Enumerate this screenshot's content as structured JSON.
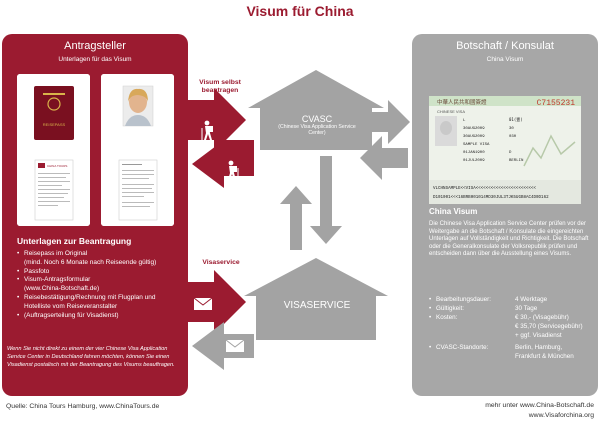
{
  "title": "Visum für China",
  "left": {
    "heading": "Antragsteller",
    "sub": "Unterlagen für das Visum",
    "passport_label": "REISEPASS",
    "form_header": "CHINA TOURS",
    "section_title": "Unterlagen zur Beantragung",
    "items": [
      "Reisepass im Original",
      "(mind. Noch 6 Monate nach Reiseende gültig)",
      "Passfoto",
      "Visum-Antragsformular",
      "(www.China-Botschaft.de)",
      "Reisebestätigung/Rechnung mit Flugplan und",
      "Hotelliste vom Reiseveranstalter",
      "(Auftragserteilung für Visadienst)"
    ],
    "note": "Wenn Sie nicht direkt zu einem der vier Chinese Visa Application Service Center in Deutschland fahren möchten, können Sie einen Visadienst postalisch mit der Beantragung des Visums beauftragen."
  },
  "center": {
    "self_label": "Visum selbst beantragen",
    "service_label": "Visaservice",
    "cvasc_title": "CVASC",
    "cvasc_sub": "(Chinese Visa Application Service Center)",
    "visaservice_title": "VISASERVICE"
  },
  "right": {
    "heading": "Botschaft / Konsulat",
    "sub": "China Visum",
    "visa": {
      "header": "中華人民共和國簽證",
      "number": "C7155231",
      "title_text": "CHINESE VISA",
      "field_l": "L",
      "field_m": "01(壹)",
      "date1": "30AUG2009",
      "date2": "30",
      "date3": "30AUG2009",
      "field_030": "030",
      "name": "SAMPLE VISA",
      "date4": "01JAN1900",
      "field_d": "D",
      "date5": "01JUL2009",
      "place": "BERLIN",
      "mrz1": "VLCHNSAMPLE<<VISA<<<<<<<<<<<<<<<<<<<<<<<<",
      "mrz2": "D101001<<<16BRB001014MD30JUL3TJK5UGB8AC4D0D162"
    },
    "section_title": "China Visum",
    "desc": "Die Chinese Visa Application Service Center prüfen vor der Weitergabe an die Botschaft / Konsulate die eingereichten Unterlagen auf Vollständigkeit und Richtigkeit. Die Botschaft oder die Generalkonsulate der Volksrepublik prüfen und entscheiden dann über die Ausstellung eines Visums.",
    "fees": [
      {
        "label": "Bearbeitungsdauer:",
        "value": "4 Werktage"
      },
      {
        "label": "Gültigkeit:",
        "value": "30 Tage"
      },
      {
        "label": "Kosten:",
        "value": "€ 30,- (Visagebühr)"
      },
      {
        "label": "",
        "value": "€ 35,70 (Servicegebühr)"
      },
      {
        "label": "",
        "value": "+ ggf. Visadienst"
      },
      {
        "label": "CVASC-Standorte:",
        "value": "Berlin, Hamburg,"
      },
      {
        "label": "",
        "value": "Frankfurt & München"
      }
    ]
  },
  "footer": {
    "source": "Quelle: China Tours Hamburg, www.ChinaTours.de",
    "more1": "mehr unter www.China-Botschaft.de",
    "more2": "www.Visaforchina.org"
  },
  "colors": {
    "crimson": "#9b1b30",
    "gray_panel": "#a7a7a7",
    "gray_shape": "#a3a3a3"
  }
}
